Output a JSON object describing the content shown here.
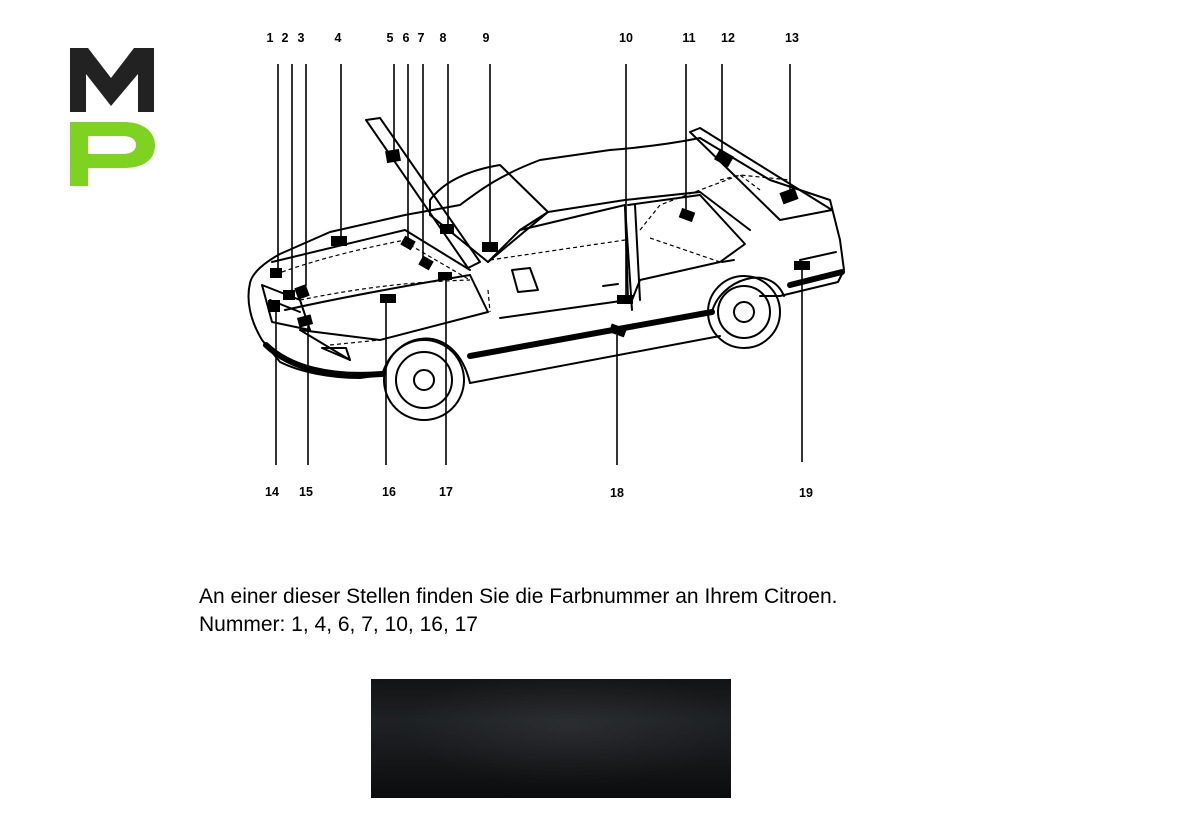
{
  "logo": {
    "letters": [
      "M",
      "P"
    ],
    "colors": {
      "m": "#222222",
      "p": "#7ed321"
    }
  },
  "diagram": {
    "top_labels": [
      "1",
      "2",
      "3",
      "4",
      "5",
      "6",
      "7",
      "8",
      "9",
      "10",
      "11",
      "12",
      "13"
    ],
    "bottom_labels": [
      "14",
      "15",
      "16",
      "17",
      "18",
      "19"
    ]
  },
  "caption": {
    "line1": "An einer dieser Stellen finden Sie die Farbnummer an Ihrem Citroen.",
    "line2": "Nummer: 1, 4, 6, 7, 10, 16, 17"
  },
  "swatch": {
    "color": "#1a1c1f"
  }
}
